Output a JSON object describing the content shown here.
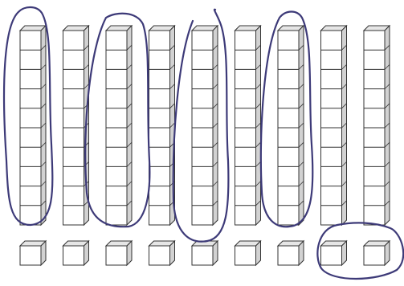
{
  "figure": {
    "rods": {
      "count": 9,
      "cubes_per_rod": 10
    },
    "unit_cubes": {
      "count": 9
    },
    "circled_rods": [
      1,
      3,
      5,
      7
    ],
    "circled_unit_cubes": [
      8,
      9
    ],
    "colors": {
      "outline": "#333333",
      "cube_top": "#e6e6e6",
      "cube_side": "#d2d2d2",
      "cube_face": "#ffffff",
      "circle_ink": "#3d3a78"
    }
  }
}
